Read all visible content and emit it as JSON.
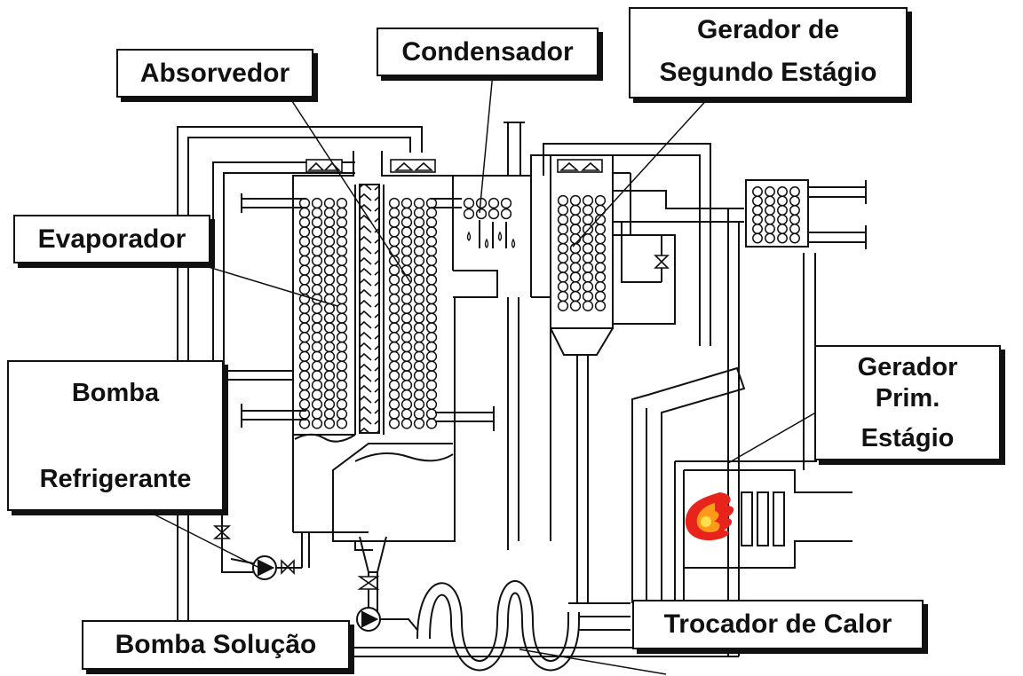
{
  "labels": {
    "absorvedor": "Absorvedor",
    "condensador": "Condensador",
    "gerador_segundo": [
      "Gerador de",
      "Segundo Estágio"
    ],
    "evaporador": "Evaporador",
    "bomba_refrigerante": [
      "Bomba",
      "Refrigerante"
    ],
    "gerador_primario": [
      "Gerador",
      "Prim.",
      "Estágio"
    ],
    "trocador": "Trocador de Calor",
    "bomba_solucao": "Bomba Solução"
  },
  "colors": {
    "line": "#111111",
    "flame_outer": "#e8231c",
    "flame_inner": "#ff9a1a",
    "flame_core": "#ffe04a"
  },
  "icons": [
    "valve-icon",
    "pump-icon",
    "spray-nozzle-icon",
    "flame-icon",
    "tube-coil-icon"
  ]
}
